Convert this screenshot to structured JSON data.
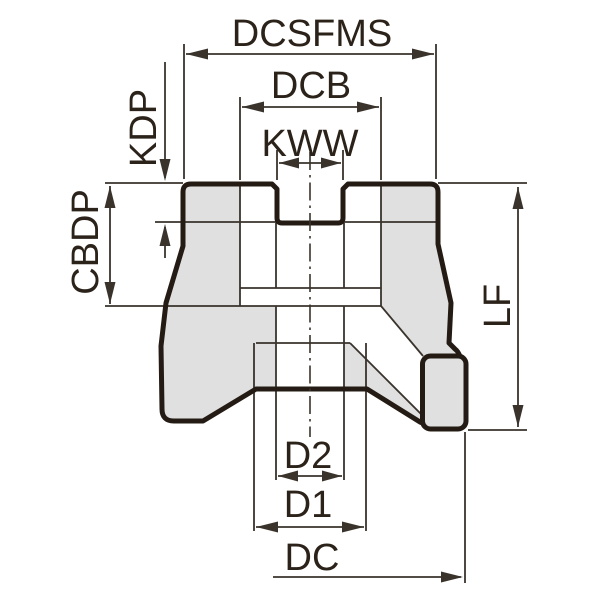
{
  "figure": {
    "type": "technical-dimension-diagram",
    "subject": "face-mill-cutter-cross-section",
    "labels": {
      "dcsfms": "DCSFMS",
      "dcb": "DCB",
      "kww": "KWW",
      "kdp": "KDP",
      "cbdp": "CBDP",
      "lf": "LF",
      "d2": "D2",
      "d1": "D1",
      "dc": "DC"
    },
    "colors": {
      "background": "#ffffff",
      "body_fill": "#e0e0e0",
      "outline": "#241c14",
      "dimension_lines": "#3a332c",
      "text": "#2b221a"
    }
  }
}
